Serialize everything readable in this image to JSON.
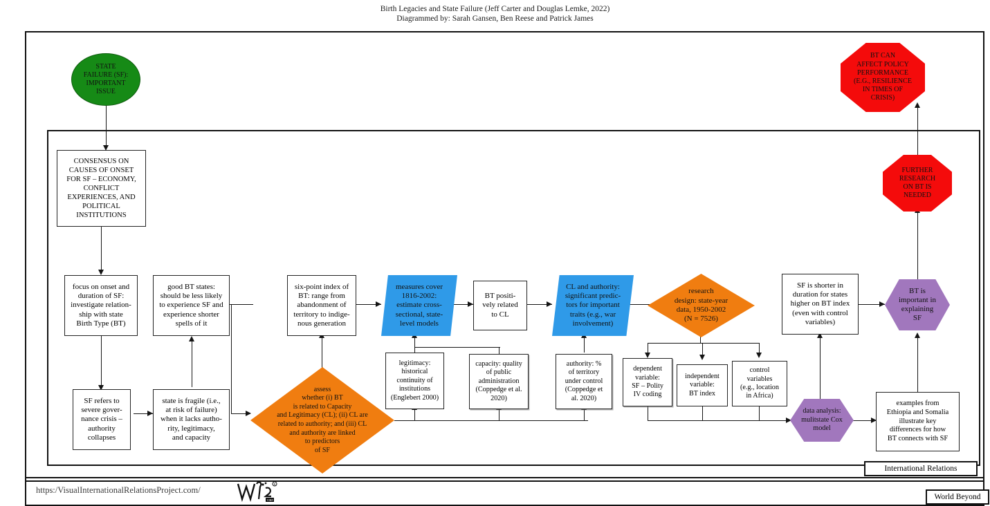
{
  "title": {
    "line1": "Birth Legacies and State Failure (Jeff Carter and Douglas Lemke, 2022)",
    "line2": "Diagrammed by: Sarah Gansen, Ben Reese and Patrick James"
  },
  "nodes": {
    "state_failure_issue": "STATE\nFAILURE (SF):\nIMPORTANT\nISSUE",
    "bt_policy_performance": "BT CAN\nAFFECT POLICY\nPERFORMANCE\n(E.G., RESILIENCE\nIN TIMES OF\nCRISIS)",
    "further_research": "FURTHER\nRESEARCH\nON BT IS\nNEEDED",
    "consensus": "CONSENSUS ON\nCAUSES OF ONSET\nFOR SF – ECONOMY,\nCONFLICT\nEXPERIENCES, AND\nPOLITICAL\nINSTITUTIONS",
    "focus_onset": "focus on onset and\nduration of SF:\ninvestigate relation-\nship with state\nBirth Type (BT)",
    "good_bt_states": "good BT states:\nshould be less likely\nto experience SF and\nexperience shorter\nspells of it",
    "six_point_index": "six-point index of\nBT: range from\nabandonment of\nterritory to indige-\nnous generation",
    "measures_cover": "measures cover\n1816-2002:\nestimate cross-\nsectional, state-\nlevel models",
    "bt_positively_related": "BT positi-\nvely related\nto CL",
    "cl_and_authority": "CL and authority:\nsignificant predic-\ntors for important\ntraits (e.g., war\ninvolvement)",
    "research_design": "research\ndesign: state-year\ndata, 1950-2002\n(N = 7526)",
    "sf_shorter": "SF is shorter in\nduration for states\nhigher on BT index\n(even with control\nvariables)",
    "bt_important": "BT is\nimportant in\nexplaining\nSF",
    "sf_refers_to": "SF refers to\nsevere gover-\nnance crisis –\nauthority\ncollapses",
    "state_is_fragile": "state is fragile (i.e.,\nat risk of failure)\nwhen it lacks autho-\nrity, legitimacy,\nand capacity",
    "assess_whether": "assess\nwhether (i) BT\nis related to Capacity\nand Legitimacy (CL); (ii) CL are\nrelated to authority; and (iii) CL\nand authority are linked\nto predictors\nof SF",
    "legitimacy": "legitimacy:\nhistorical\ncontinuity of\ninstitutions\n(Englebert 2000)",
    "capacity": "capacity: quality\nof public\nadministration\n(Coppedge et al.\n2020)",
    "authority": "authority: %\nof territory\nunder control\n(Coppedge et\nal. 2020)",
    "dependent_variable": "dependent\nvariable:\nSF – Polity\nIV coding",
    "independent_variable": "independent\nvariable:\nBT index",
    "control_variables": "control\nvariables\n(e.g., location\nin Africa)",
    "data_analysis": "data analysis:\nmulitstate Cox\nmodel",
    "examples_ethiopia": "examples from\nEthiopia and Somalia\nillustrate key\ndifferences for how\nBT connects with SF"
  },
  "footer": {
    "url": "https:/VisualInternationalRelationsProject.com/",
    "tag_international_relations": "International Relations",
    "tag_world_beyond": "World Beyond"
  },
  "colors": {
    "green": "#168a16",
    "red": "#f40b0b",
    "blue": "#2f9ae8",
    "orange": "#f07d10",
    "purple": "#a177bd",
    "white": "#ffffff",
    "line": "#141414"
  }
}
